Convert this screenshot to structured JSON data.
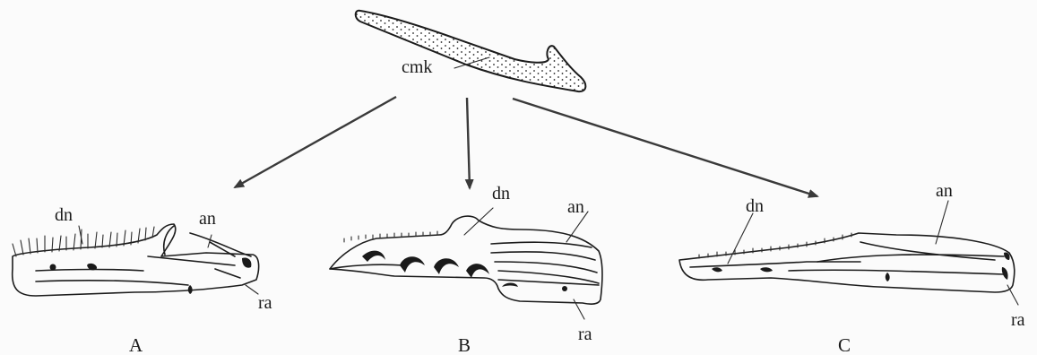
{
  "precursor": {
    "label": "cmk"
  },
  "panels": [
    {
      "letter": "A",
      "dentary_label": "dn",
      "angular_label": "an",
      "retroarticular_label": "ra"
    },
    {
      "letter": "B",
      "dentary_label": "dn",
      "angular_label": "an",
      "retroarticular_label": "ra"
    },
    {
      "letter": "C",
      "dentary_label": "dn",
      "angular_label": "an",
      "retroarticular_label": "ra"
    }
  ],
  "colors": {
    "ink": "#1c1c1c",
    "arrow": "#3a3a3a",
    "stipple_fill": "#ffffff"
  }
}
